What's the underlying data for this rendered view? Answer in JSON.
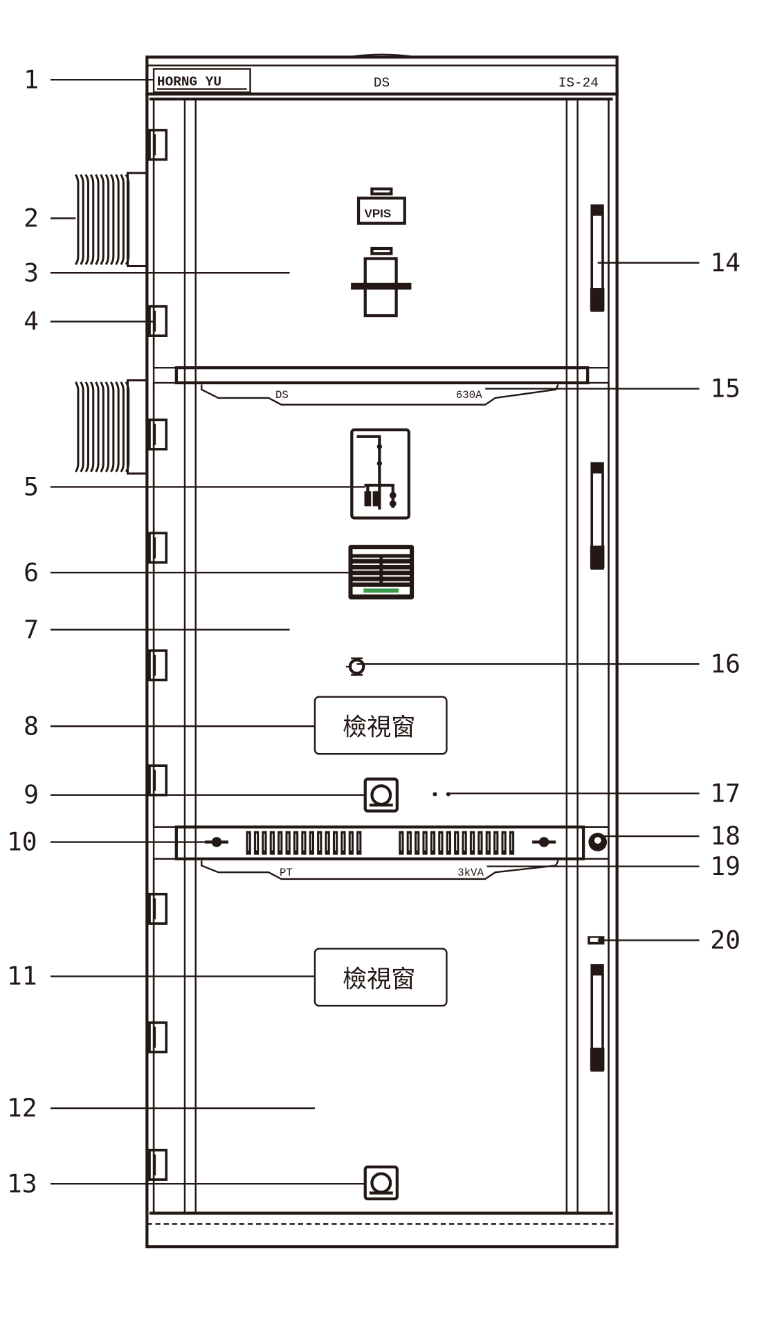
{
  "header": {
    "logo": "HORNG YU",
    "panel_type": "DS",
    "model": "IS-24"
  },
  "upper_door": {
    "indicator_label": "VPIS"
  },
  "middle_nameplate": {
    "left": "DS",
    "right": "630A"
  },
  "lower_nameplate": {
    "left": "PT",
    "right": "3kVA"
  },
  "windows": {
    "middle": "檢視窗",
    "lower": "檢視窗"
  },
  "callouts": [
    "1",
    "2",
    "3",
    "4",
    "5",
    "6",
    "7",
    "8",
    "9",
    "10",
    "11",
    "12",
    "13",
    "14",
    "15",
    "16",
    "17",
    "18",
    "19",
    "20"
  ],
  "colors": {
    "line": "#231815",
    "background": "#ffffff",
    "plate_accent": "#3a9a4a"
  }
}
